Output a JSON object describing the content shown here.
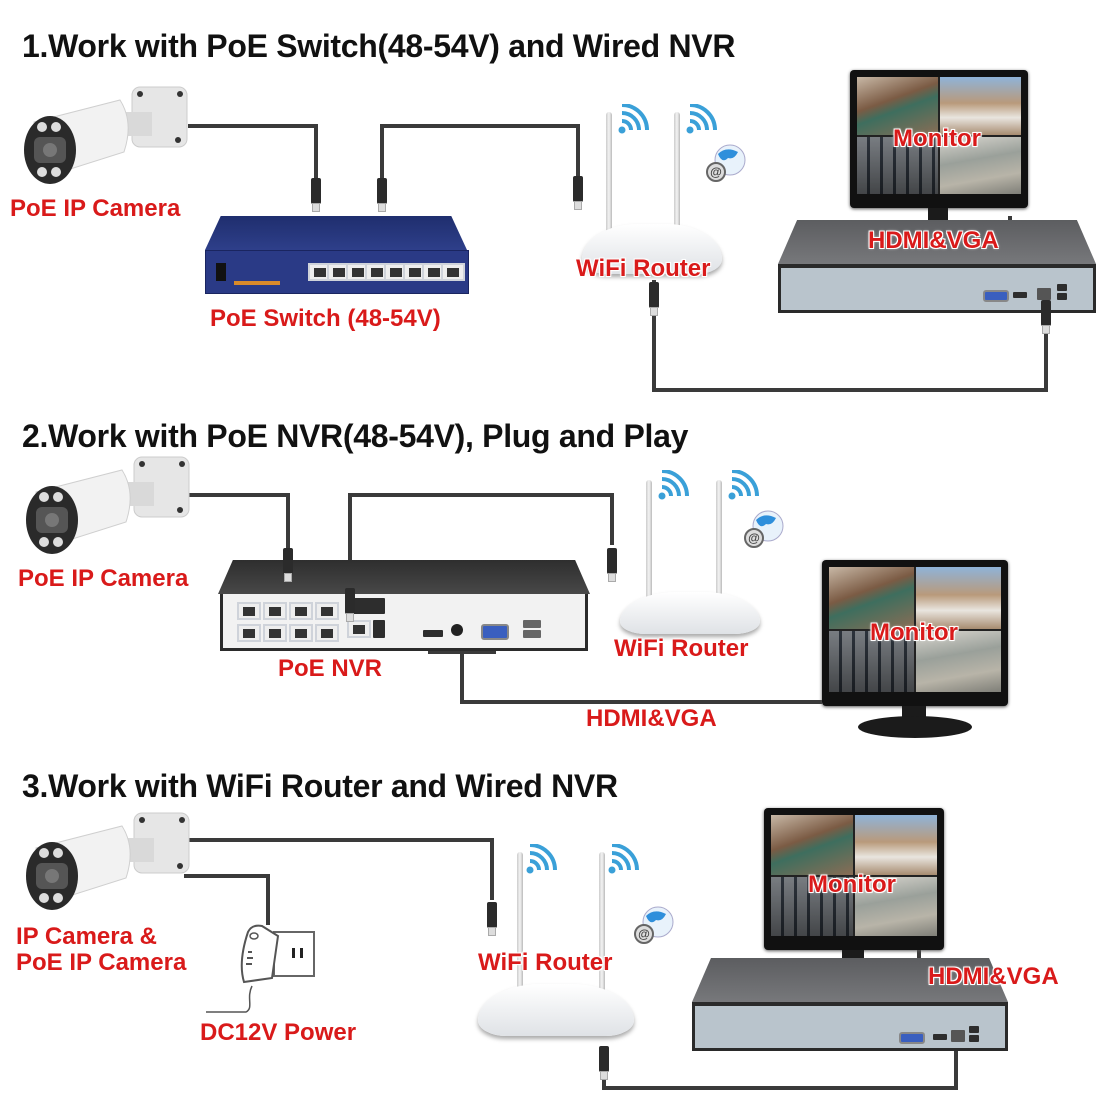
{
  "sections": [
    {
      "title": "1.Work with PoE Switch(48-54V) and Wired NVR",
      "labels": {
        "camera": "PoE IP Camera",
        "switch": "PoE Switch (48-54V)",
        "router": "WiFi Router",
        "monitor": "Monitor",
        "video": "HDMI&VGA"
      }
    },
    {
      "title": "2.Work with PoE NVR(48-54V), Plug and Play",
      "labels": {
        "camera": "PoE IP Camera",
        "nvr": "PoE NVR",
        "router": "WiFi Router",
        "monitor": "Monitor",
        "video": "HDMI&VGA"
      }
    },
    {
      "title": "3.Work with WiFi Router and Wired NVR",
      "labels": {
        "camera_line1": "IP Camera &",
        "camera_line2": "PoE IP Camera",
        "power": "DC12V Power",
        "router": "WiFi Router",
        "monitor": "Monitor",
        "video": "HDMI&VGA"
      }
    }
  ],
  "colors": {
    "label_red": "#d91a1a",
    "title_black": "#111111",
    "wire": "#3a3a3a",
    "wifi_blue": "#3aa0d8",
    "switch_blue": "#2a3a86"
  },
  "icons": {
    "camera": "bullet-camera-icon",
    "switch": "poe-switch-icon",
    "router": "wifi-router-icon",
    "wifi": "wifi-signal-icon",
    "internet": "globe-at-icon",
    "monitor": "monitor-icon",
    "nvr": "nvr-recorder-icon",
    "power": "power-adapter-icon"
  }
}
